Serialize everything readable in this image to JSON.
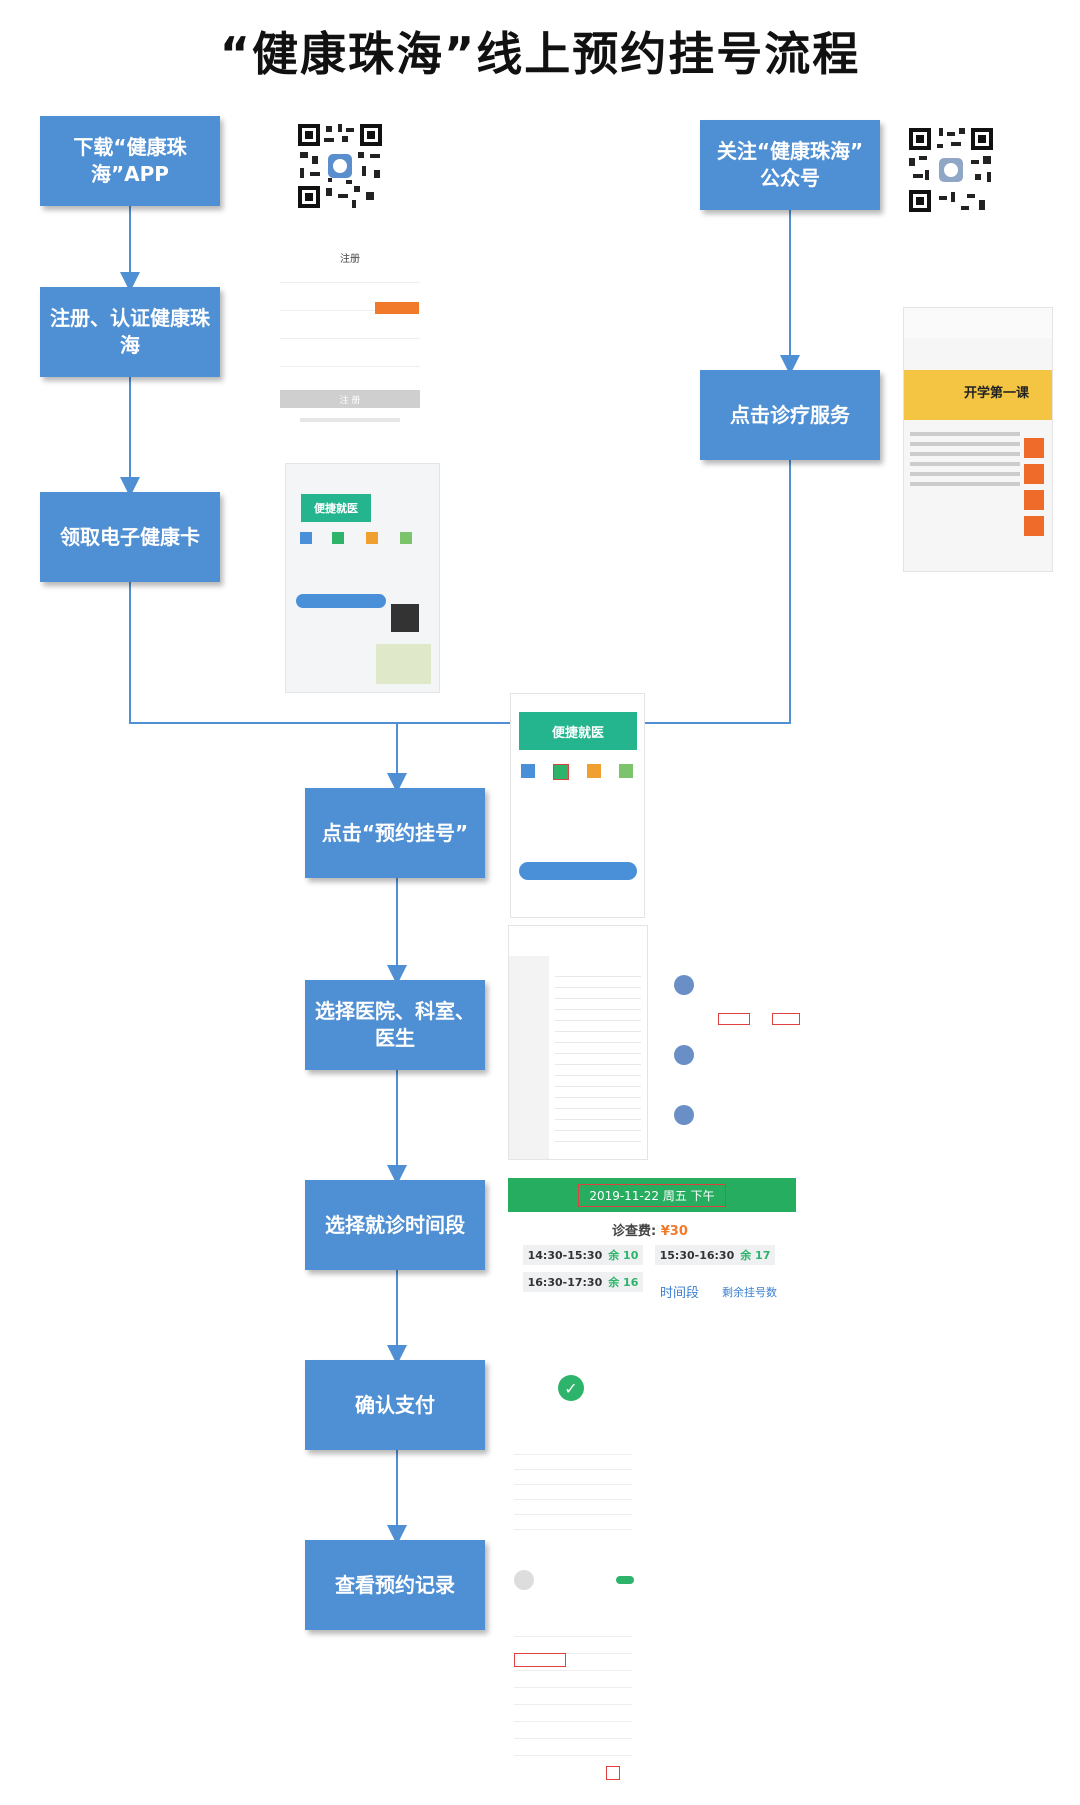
{
  "title": "“健康珠海”线上预约挂号流程",
  "steps": {
    "download": "下载“健康珠\n海”APP",
    "register": "注册、认证健康珠\n海",
    "card": "领取电子健康卡",
    "follow": "关注“健康珠海”\n公众号",
    "service": "点击诊疗服务",
    "book": "点击“预约挂号”",
    "choose": "选择医院、科室、\n医生",
    "time": "选择就诊时间段",
    "pay": "确认支付",
    "record": "查看预约记录"
  },
  "screens": {
    "register_title": "注册",
    "register_button": "注 册",
    "app_banner": "便捷就医",
    "wechat_banner": "开学第一课",
    "date_bar": "2019-11-22 周五 下午",
    "fee_label": "诊查费:",
    "fee_value": "¥30",
    "slots": [
      {
        "time": "14:30-15:30",
        "remain": "余 10"
      },
      {
        "time": "15:30-16:30",
        "remain": "余 17"
      },
      {
        "time": "16:30-17:30",
        "remain": "余 16"
      }
    ],
    "annot_time": "时间段",
    "annot_remain": "剩余挂号数"
  },
  "colors": {
    "box": "#4f8fd3",
    "line": "#4f8fd3",
    "accent_green": "#27ad60",
    "annotation_red": "#e04040"
  }
}
